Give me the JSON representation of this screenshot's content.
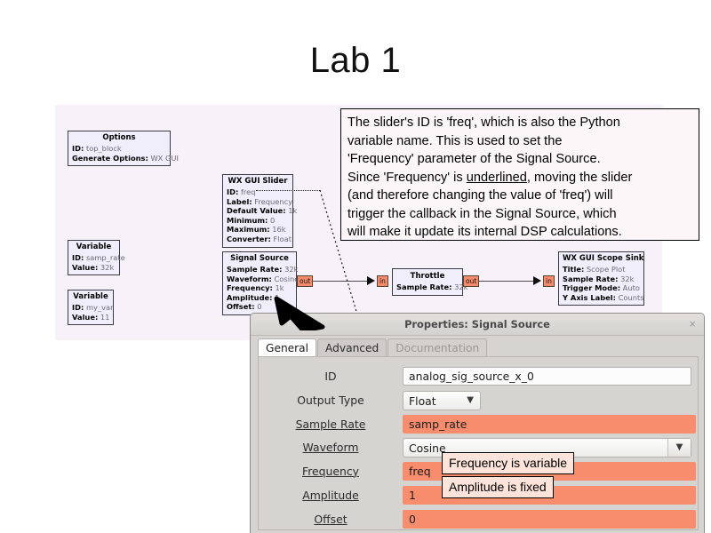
{
  "slide": {
    "title": "Lab 1"
  },
  "canvas": {
    "blocks": [
      {
        "name": "options-block",
        "head": "Options",
        "rows": [
          {
            "k": "ID:",
            "v": "top_block"
          },
          {
            "k": "Generate Options:",
            "v": "WX GUI"
          }
        ]
      },
      {
        "name": "variable-samp-rate-block",
        "head": "Variable",
        "rows": [
          {
            "k": "ID:",
            "v": "samp_rate"
          },
          {
            "k": "Value:",
            "v": "32k"
          }
        ]
      },
      {
        "name": "variable-my-var-block",
        "head": "Variable",
        "rows": [
          {
            "k": "ID:",
            "v": "my_var"
          },
          {
            "k": "Value:",
            "v": "11"
          }
        ]
      },
      {
        "name": "wx-gui-slider-block",
        "head": "WX GUI Slider",
        "rows": [
          {
            "k": "ID:",
            "v": "freq"
          },
          {
            "k": "Label:",
            "v": "Frequency"
          },
          {
            "k": "Default Value:",
            "v": "1k"
          },
          {
            "k": "Minimum:",
            "v": "0"
          },
          {
            "k": "Maximum:",
            "v": "16k"
          },
          {
            "k": "Converter:",
            "v": "Float"
          }
        ]
      },
      {
        "name": "signal-source-block",
        "head": "Signal Source",
        "rows": [
          {
            "k": "Sample Rate:",
            "v": "32k"
          },
          {
            "k": "Waveform:",
            "v": "Cosine"
          },
          {
            "k": "Frequency:",
            "v": "1k"
          },
          {
            "k": "Amplitude:",
            "v": "1"
          },
          {
            "k": "Offset:",
            "v": "0"
          }
        ]
      },
      {
        "name": "throttle-block",
        "head": "Throttle",
        "rows": [
          {
            "k": "Sample Rate:",
            "v": "32k"
          }
        ]
      },
      {
        "name": "wx-gui-scope-sink-block",
        "head": "WX GUI Scope Sink",
        "rows": [
          {
            "k": "Title:",
            "v": "Scope Plot"
          },
          {
            "k": "Sample Rate:",
            "v": "32k"
          },
          {
            "k": "Trigger Mode:",
            "v": "Auto"
          },
          {
            "k": "Y Axis Label:",
            "v": "Counts"
          }
        ]
      }
    ],
    "ports": {
      "signal_source_out": "out",
      "throttle_in": "in",
      "throttle_out": "out",
      "scope_sink_in": "in"
    }
  },
  "callout": {
    "line1": "The slider's ID is 'freq', which is also the Python",
    "line2": "variable name. This is used to set the",
    "line3": "'Frequency' parameter of the Signal Source.",
    "line4_a": "Since 'Frequency' is ",
    "line4_u": "underlined",
    "line4_b": ", moving the slider",
    "line5": "(and therefore changing the value of 'freq') will",
    "line6": "trigger the callback in the Signal Source, which",
    "line7": "will make it update its internal DSP calculations."
  },
  "dialog": {
    "title": "Properties: Signal Source",
    "close_icon": "×",
    "tabs": [
      {
        "label": "General",
        "state": "active"
      },
      {
        "label": "Advanced",
        "state": "normal"
      },
      {
        "label": "Documentation",
        "state": "disabled"
      }
    ],
    "fields": [
      {
        "label": "ID",
        "underline": false,
        "type": "entry",
        "value": "analog_sig_source_x_0",
        "highlight": false
      },
      {
        "label": "Output Type",
        "underline": false,
        "type": "combo-narrow",
        "value": "Float",
        "highlight": false
      },
      {
        "label": "Sample Rate",
        "underline": true,
        "type": "entry",
        "value": "samp_rate",
        "highlight": true
      },
      {
        "label": "Waveform",
        "underline": true,
        "type": "combo-wide",
        "value": "Cosine",
        "highlight": false
      },
      {
        "label": "Frequency",
        "underline": true,
        "type": "entry",
        "value": "freq",
        "highlight": true
      },
      {
        "label": "Amplitude",
        "underline": true,
        "type": "entry",
        "value": "1",
        "highlight": true
      },
      {
        "label": "Offset",
        "underline": true,
        "type": "entry",
        "value": "0",
        "highlight": true
      }
    ],
    "combo_arrow": "▼"
  },
  "annotations": [
    {
      "name": "frequency-is-variable-note",
      "text": "Frequency is variable"
    },
    {
      "name": "amplitude-is-fixed-note",
      "text": "Amplitude is fixed"
    }
  ]
}
